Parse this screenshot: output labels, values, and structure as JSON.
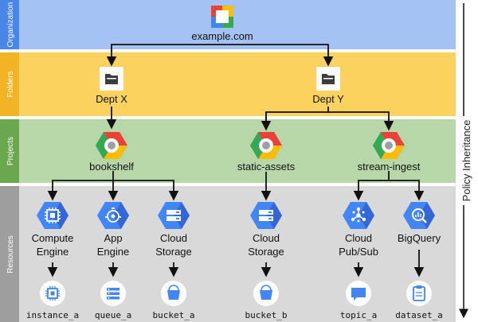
{
  "bands": {
    "organization": "Organization",
    "folders": "Folders",
    "projects": "Projects",
    "resources": "Resources"
  },
  "side_label": "Policy Inheritance",
  "org": {
    "name": "example.com",
    "icon": "gcp-logo-icon"
  },
  "folders": [
    {
      "id": "dept_x",
      "label": "Dept X",
      "icon": "folder-icon"
    },
    {
      "id": "dept_y",
      "label": "Dept Y",
      "icon": "folder-icon"
    }
  ],
  "projects": [
    {
      "id": "bookshelf",
      "label": "bookshelf",
      "icon": "project-hexagon-icon"
    },
    {
      "id": "static_assets",
      "label": "static-assets",
      "icon": "project-hexagon-icon"
    },
    {
      "id": "stream_ingest",
      "label": "stream-ingest",
      "icon": "project-hexagon-icon"
    }
  ],
  "services": [
    {
      "id": "compute_engine",
      "line1": "Compute",
      "line2": "Engine",
      "icon": "chip-icon",
      "instance": "instance_a",
      "instance_icon": "chip-outline-icon"
    },
    {
      "id": "app_engine",
      "line1": "App",
      "line2": "Engine",
      "icon": "app-engine-icon",
      "instance": "queue_a",
      "instance_icon": "queue-icon"
    },
    {
      "id": "cloud_storage_1",
      "line1": "Cloud",
      "line2": "Storage",
      "icon": "storage-icon",
      "instance": "bucket_a",
      "instance_icon": "bucket-icon"
    },
    {
      "id": "cloud_storage_2",
      "line1": "Cloud",
      "line2": "Storage",
      "icon": "storage-icon",
      "instance": "bucket_b",
      "instance_icon": "bucket-icon"
    },
    {
      "id": "cloud_pubsub",
      "line1": "Cloud",
      "line2": "Pub/Sub",
      "icon": "pubsub-icon",
      "instance": "topic_a",
      "instance_icon": "speech-bubble-icon"
    },
    {
      "id": "bigquery",
      "line1": "BigQuery",
      "line2": "",
      "icon": "bigquery-icon",
      "instance": "dataset_a",
      "instance_icon": "clipboard-icon"
    }
  ],
  "colors": {
    "org_band": "#a4c2f4",
    "folders_band": "#fbd260",
    "projects_band": "#b7d7a8",
    "resources_band": "#d9d9d9",
    "org_label": "#4a86e8",
    "folders_label": "#f1b523",
    "projects_label": "#6aa84f",
    "resources_label": "#9e9e9e",
    "service_blue": "#4285f4",
    "service_dark": "#3367d6"
  }
}
